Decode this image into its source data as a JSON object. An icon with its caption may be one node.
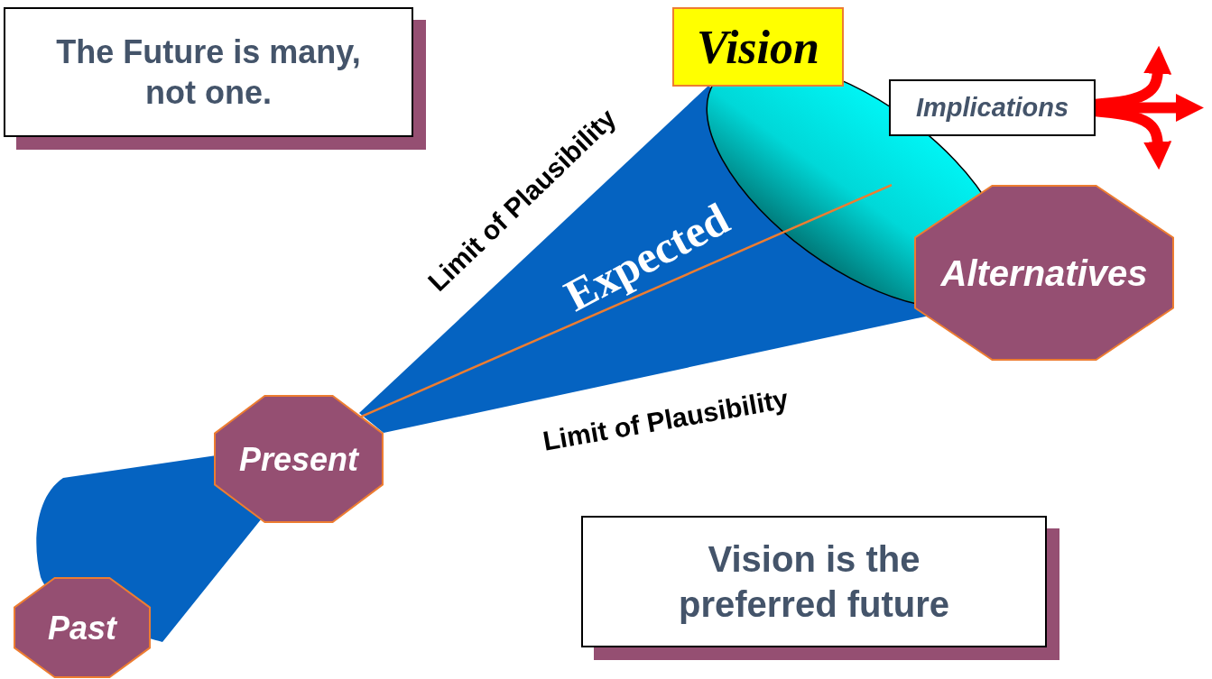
{
  "diagram": {
    "nodes": [
      {
        "text": [
          "The Future is many, not one."
        ]
      },
      {
        "text": [
          "Vision"
        ]
      },
      {
        "text": [
          "Implications"
        ]
      },
      {
        "text": [
          "Present"
        ]
      },
      {
        "text": [
          "Alternatives"
        ]
      },
      {
        "text": [
          "Past"
        ]
      },
      {
        "text": [
          "Vision is the preferred future"
        ]
      }
    ],
    "edges": [
      {
        "from": 3,
        "to": null,
        "arrow": "none",
        "color": "#ed7d31"
      },
      {
        "from": 2,
        "to": null,
        "arrow": "to"
      },
      {
        "from": 2,
        "to": null,
        "arrow": "to"
      },
      {
        "from": 2,
        "to": null,
        "arrow": "to"
      }
    ],
    "labels": [
      "Limit of Plausibility",
      "Expected",
      "Limit of Plausibility"
    ]
  }
}
